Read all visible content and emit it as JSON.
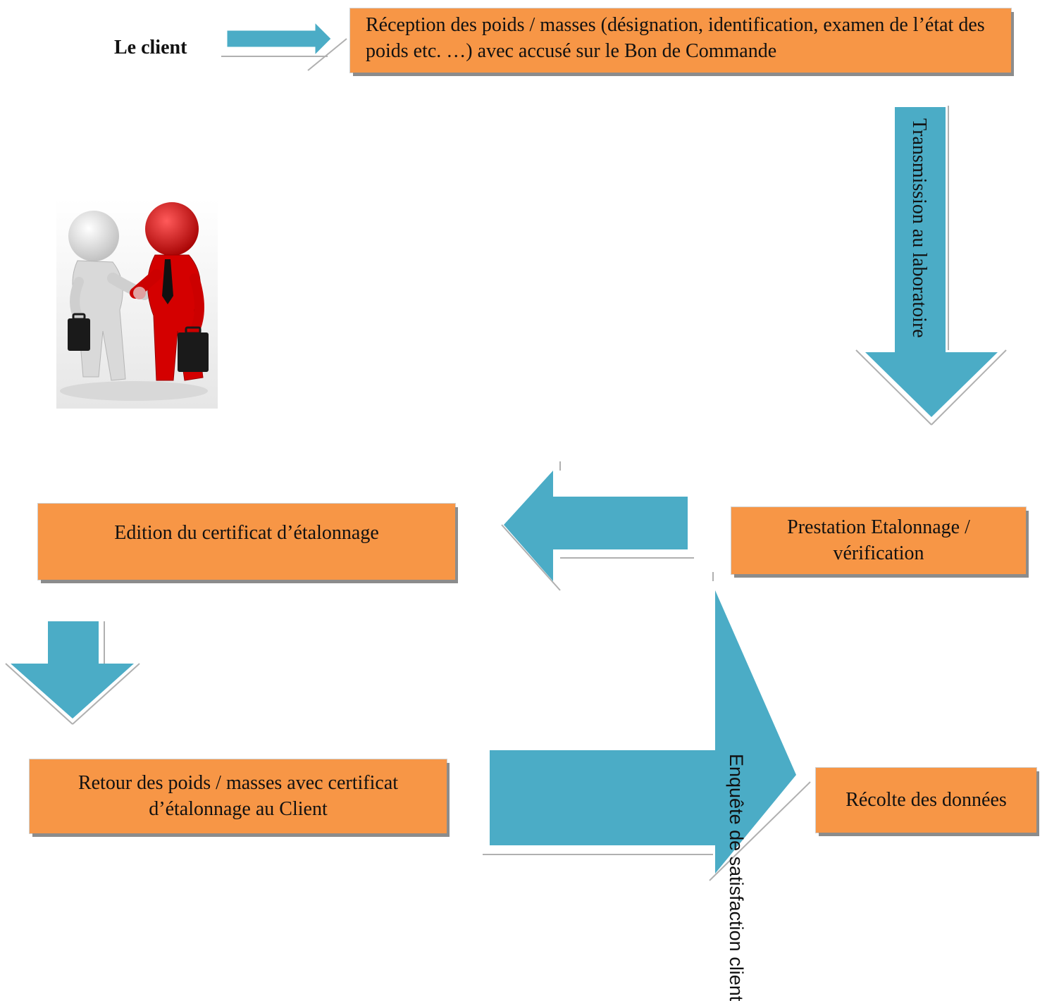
{
  "client_label": "Le client",
  "steps": {
    "reception": "Réception des poids / masses (désignation, identification, examen de l’état des poids etc. …) avec accusé sur le Bon de Commande",
    "transmission": "Transmission au laboratoire",
    "prestation": "Prestation Etalonnage / vérification",
    "edition": "Edition du certificat d’étalonnage",
    "retour": "Retour des poids / masses avec certificat d’étalonnage au Client",
    "enquete": "Enquête de satisfaction client",
    "recolte": "Récolte des données"
  },
  "colors": {
    "box_fill": "#f79646",
    "arrow_fill": "#4bacc6"
  },
  "icons": {
    "handshake": "handshake-figures-icon"
  }
}
